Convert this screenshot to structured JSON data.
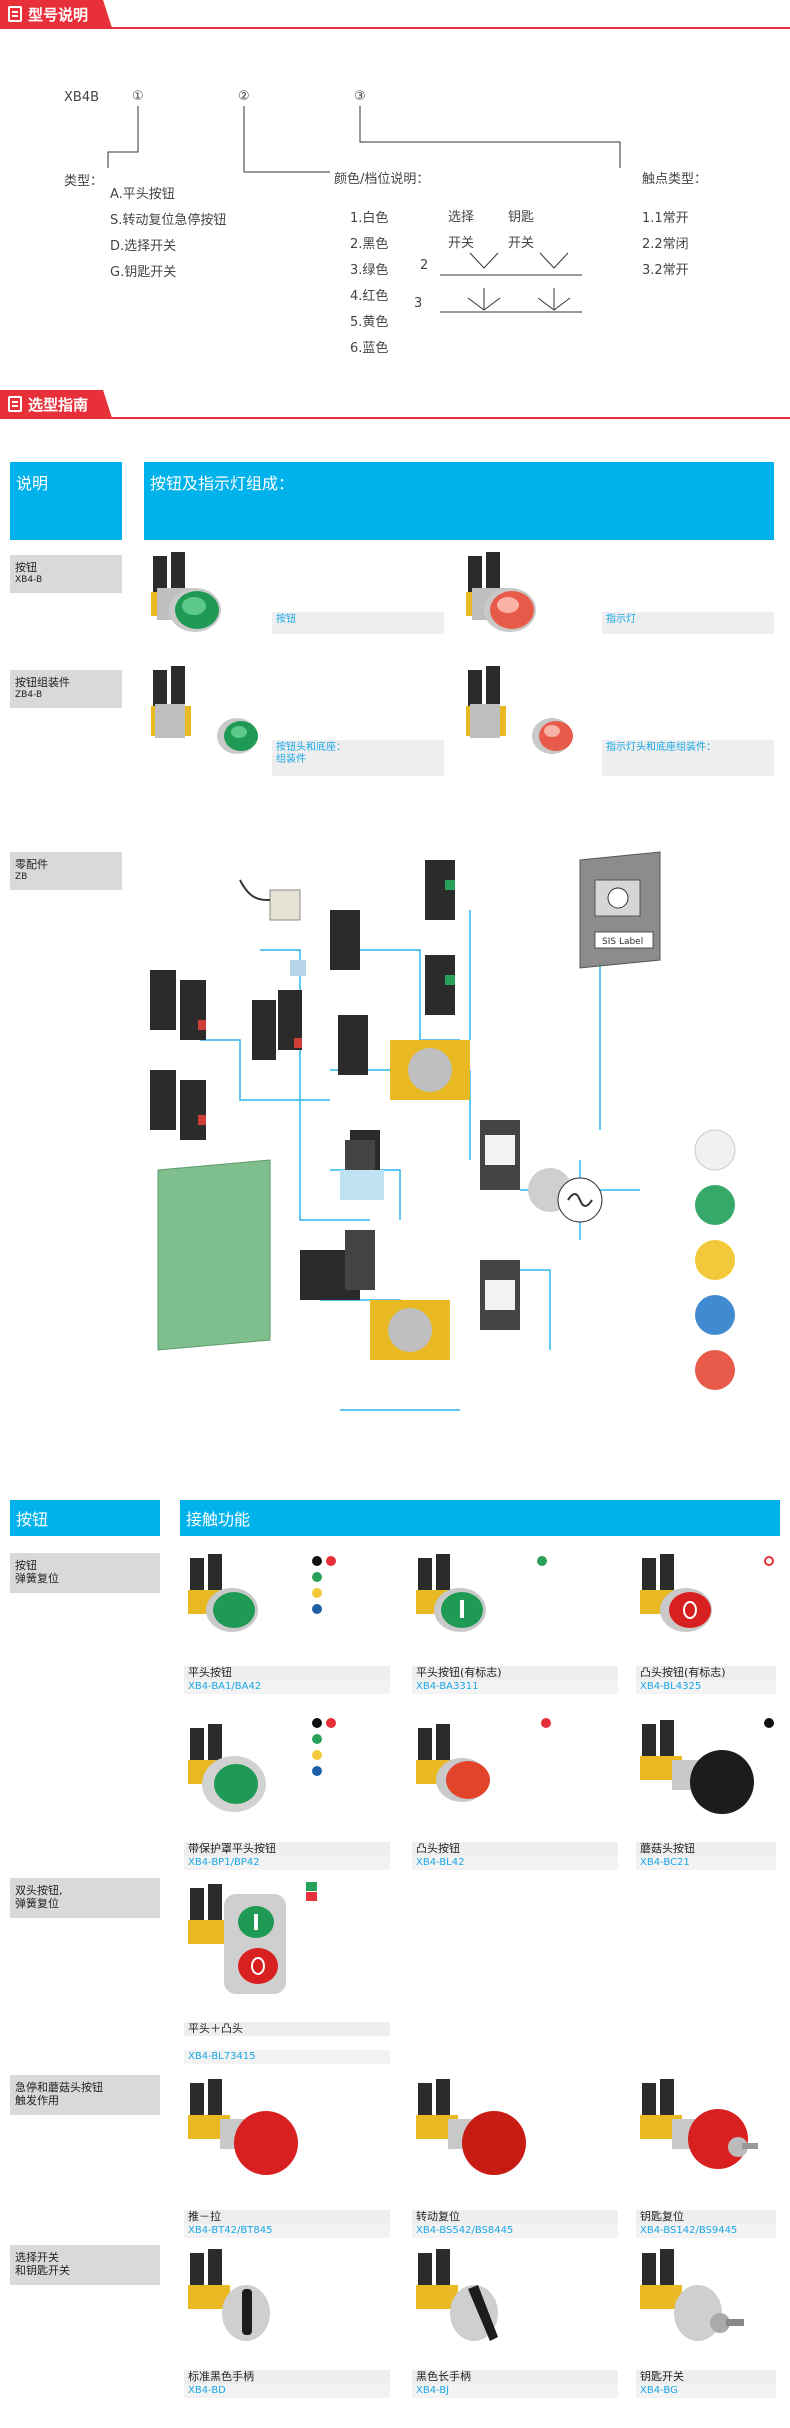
{
  "sections": {
    "model": "型号说明",
    "select": "选型指南"
  },
  "model": {
    "code": "XB4B",
    "num1": "①",
    "num2": "②",
    "num3": "③",
    "type_label": "类型：",
    "types": [
      "A.平头按钮",
      "S.转动复位急停按钮",
      "D.选择开关",
      "G.钥匙开关"
    ],
    "color_label": "颜色/档位说明：",
    "colors": [
      "1.白色",
      "2.黑色",
      "3.绿色",
      "4.红色",
      "5.黄色",
      "6.蓝色"
    ],
    "pos_head1": "选择",
    "pos_head1b": "开关",
    "pos_head2": "钥匙",
    "pos_head2b": "开关",
    "pos_row2": "2",
    "pos_row3": "3",
    "contact_label": "触点类型：",
    "contacts": [
      "1.1常开",
      "2.2常闭",
      "3.2常开"
    ]
  },
  "guide": {
    "col1_head": "说明",
    "col2_head": "按钮及指示灯组成：",
    "rows": [
      {
        "title": "按钮",
        "code": "XB4-B"
      },
      {
        "title": "按钮组装件",
        "code": "ZB4-B"
      },
      {
        "title": "零配件",
        "code": "ZB"
      }
    ],
    "cap_button": "按钮",
    "cap_light": "指示灯",
    "cap_head_base_1": "按钮头和底座：",
    "cap_head_base_2": "组装件",
    "cap_light_assembly": "指示灯头和底座组装件：",
    "sis_label": "SIS Label"
  },
  "contacts_sec": {
    "col1_head": "按钮",
    "col2_head": "接触功能",
    "cat_spring": [
      "按钮",
      "弹簧复位"
    ],
    "cat_double": [
      "双头按钮,",
      "弹簧复位"
    ],
    "cat_estop": [
      "急停和蘑菇头按钮",
      "触发作用"
    ],
    "cat_selector": [
      "选择开关",
      "和钥匙开关"
    ],
    "items": [
      {
        "name": "平头按钮",
        "code": "XB4-BA1/BA42"
      },
      {
        "name": "平头按钮(有标志)",
        "code": "XB4-BA3311"
      },
      {
        "name": "凸头按钮(有标志)",
        "code": "XB4-BL4325"
      },
      {
        "name": "带保护罩平头按钮",
        "code": "XB4-BP1/BP42"
      },
      {
        "name": "凸头按钮",
        "code": "XB4-BL42"
      },
      {
        "name": "蘑菇头按钮",
        "code": "XB4-BC21"
      },
      {
        "name": "平头＋凸头",
        "code": "XB4-BL73415"
      },
      {
        "name": "推－拉",
        "code": "XB4-BT42/BT845"
      },
      {
        "name": "转动复位",
        "code": "XB4-BS542/BS8445"
      },
      {
        "name": "钥匙复位",
        "code": "XB4-BS142/BS9445"
      },
      {
        "name": "标准黑色手柄",
        "code": "XB4-BD"
      },
      {
        "name": "黑色长手柄",
        "code": "XB4-BJ"
      },
      {
        "name": "钥匙开关",
        "code": "XB4-BG"
      }
    ]
  },
  "colors": {
    "red": "#e8303a",
    "blue": "#00b2ec",
    "gray": "#d9d9d9"
  }
}
